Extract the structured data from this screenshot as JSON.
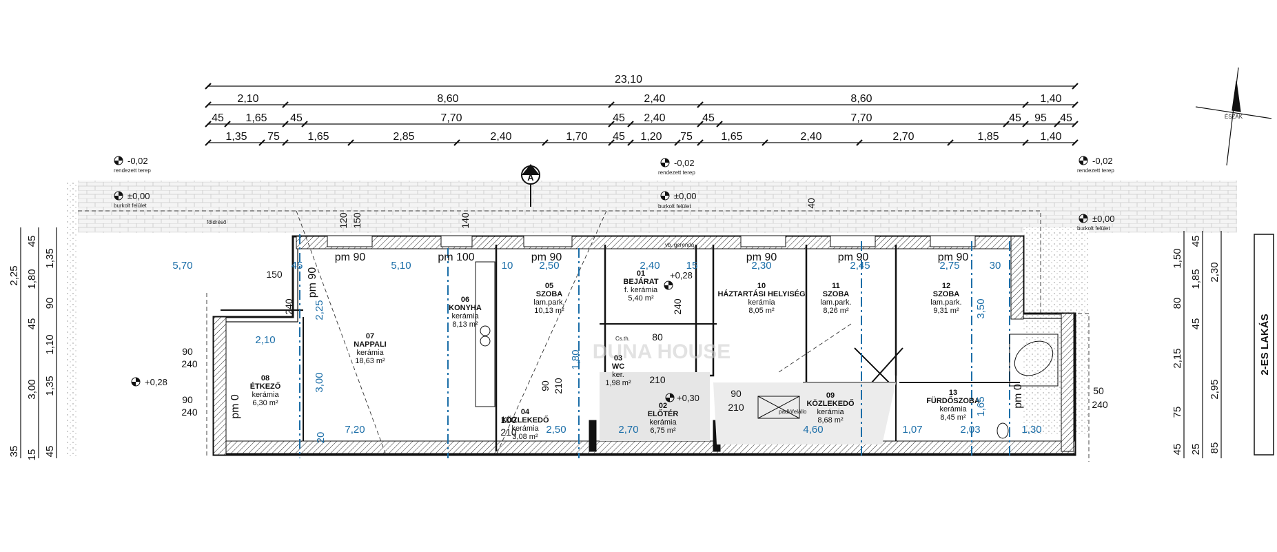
{
  "dimensions": {
    "row1": [
      "23,10"
    ],
    "row2": [
      "2,10",
      "8,60",
      "2,40",
      "8,60",
      "1,40"
    ],
    "row3": [
      "45",
      "1,65",
      "45",
      "7,70",
      "45",
      "2,40",
      "45",
      "7,70",
      "45",
      "95",
      "45"
    ],
    "row4": [
      "1,35",
      "75",
      "1,65",
      "2,85",
      "2,40",
      "1,70",
      "45",
      "1,20",
      "75",
      "1,65",
      "2,40",
      "2,70",
      "1,85",
      "1,40"
    ],
    "left": [
      "2,25",
      "45",
      "1,35",
      "1,80",
      "90",
      "45",
      "1,10",
      "1,35",
      "3,00",
      "45",
      "35",
      "15"
    ],
    "right": [
      "1,50",
      "45",
      "2,30",
      "1,85",
      "80",
      "45",
      "2,15",
      "2,95",
      "75",
      "45",
      "25",
      "85"
    ]
  },
  "levels": {
    "ground_left": "-0,02",
    "ground_mid": "-0,02",
    "ground_right": "-0,02",
    "ground_label": "rendezett terep",
    "paving_left": "±0,00",
    "paving_mid": "±0,00",
    "paving_right": "±0,00",
    "paving_label": "burkolt felület",
    "terrace": "+0,28",
    "entrance": "+0,28",
    "hall": "+0,30"
  },
  "section_marker": "A",
  "north_label": "ÉSZAK",
  "side_label": "2-ES LAKÁS",
  "watermark": "DUNA HOUSE",
  "rooms": [
    {
      "no": "01",
      "name": "BEJÁRAT",
      "finish": "f. kerámia",
      "area": "5,40 m²"
    },
    {
      "no": "02",
      "name": "ELŐTÉR",
      "finish": "kerámia",
      "area": "6,75 m²"
    },
    {
      "no": "03",
      "name": "WC",
      "finish": "ker.",
      "area": "1,98 m²"
    },
    {
      "no": "04",
      "name": "KÖZLEKEDŐ",
      "finish": "kerámia",
      "area": "3,08 m²"
    },
    {
      "no": "05",
      "name": "SZOBA",
      "finish": "lam.park.",
      "area": "10,13 m²"
    },
    {
      "no": "06",
      "name": "KONYHA",
      "finish": "kerámia",
      "area": "8,13 m²"
    },
    {
      "no": "07",
      "name": "NAPPALI",
      "finish": "kerámia",
      "area": "18,63 m²"
    },
    {
      "no": "08",
      "name": "ÉTKEZŐ",
      "finish": "kerámia",
      "area": "6,30 m²"
    },
    {
      "no": "09",
      "name": "KÖZLEKEDŐ",
      "finish": "kerámia",
      "area": "8,68 m²"
    },
    {
      "no": "10",
      "name": "HÁZTARTÁSI HELYISÉG",
      "finish": "kerámia",
      "area": "8,05 m²"
    },
    {
      "no": "11",
      "name": "SZOBA",
      "finish": "lam.park.",
      "area": "8,26 m²"
    },
    {
      "no": "12",
      "name": "SZOBA",
      "finish": "lam.park.",
      "area": "9,31 m²"
    },
    {
      "no": "13",
      "name": "FÜRDŐSZOBA",
      "finish": "kerámia",
      "area": "8,45 m²"
    }
  ],
  "inner": {
    "pm": [
      "pm 90",
      "pm 100",
      "pm 90",
      "pm 90",
      "pm 90",
      "pm 90",
      "pm 90",
      "pm 0",
      "pm 0"
    ],
    "blue": [
      "5,70",
      "5,10",
      "2,50",
      "2,40",
      "2,30",
      "2,45",
      "2,75",
      "7,20",
      "2,50",
      "2,70",
      "4,60",
      "1,07",
      "2,03",
      "1,30",
      "2,10",
      "3,00",
      "2,25",
      "1,80",
      "3,50",
      "1,65",
      "45",
      "10",
      "15",
      "30",
      "20"
    ],
    "doors": [
      "90",
      "240",
      "90",
      "240",
      "150",
      "240",
      "90",
      "210",
      "90",
      "210",
      "100",
      "210",
      "80",
      "210",
      "120",
      "150",
      "140",
      "40",
      "240",
      "50",
      "240"
    ],
    "misc": [
      "földréső",
      "vb. gerenda",
      "padlófelállo",
      "Cs.th."
    ]
  }
}
